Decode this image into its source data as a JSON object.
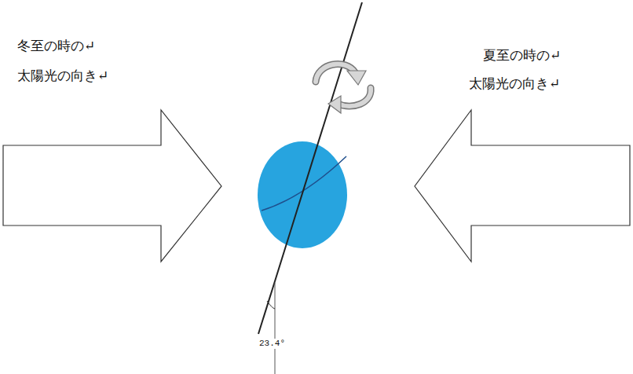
{
  "diagram": {
    "labels": [
      "冬至の時の↵",
      "太陽光の向き↵",
      "夏至の時の↵",
      "太陽光の向き↵",
      "23.4°"
    ]
  }
}
